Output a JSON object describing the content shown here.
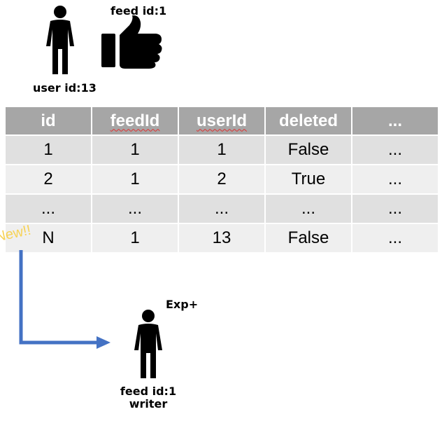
{
  "top": {
    "feed_label": "feed id:1",
    "user_label": "user id:13"
  },
  "table": {
    "headers": [
      "id",
      "feedId",
      "userId",
      "deleted",
      "..."
    ],
    "rows": [
      [
        "1",
        "1",
        "1",
        "False",
        "..."
      ],
      [
        "2",
        "1",
        "2",
        "True",
        "..."
      ],
      [
        "...",
        "...",
        "...",
        "...",
        "..."
      ],
      [
        "N",
        "1",
        "13",
        "False",
        "..."
      ]
    ],
    "new_tag": "New!!"
  },
  "bottom": {
    "exp_label": "Exp+",
    "writer_label_line1": "feed id:1",
    "writer_label_line2": "writer"
  },
  "colors": {
    "header_bg": "#a6a6a6",
    "row_dark": "#e0e0e0",
    "row_light": "#efefef",
    "arrow": "#4472c4",
    "new_tag": "#f7d253"
  },
  "icons": [
    "person-icon",
    "thumbs-up-icon",
    "arrow-icon",
    "writer-person-icon"
  ]
}
